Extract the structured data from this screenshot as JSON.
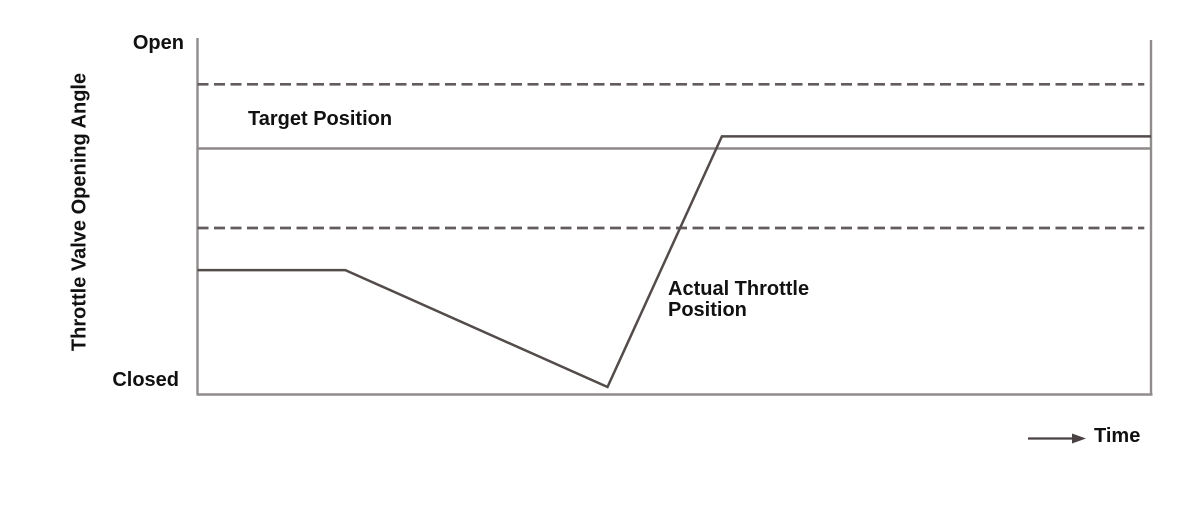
{
  "chart_data": {
    "type": "line",
    "title": "",
    "xlabel": "Time",
    "ylabel": "Throttle Valve Opening Angle",
    "y_tick_labels": [
      "Closed",
      "Open"
    ],
    "x_tick_labels": [],
    "axis_note": "Qualitative axes: y normalized 0 = Closed, 1 = Open; x normalized 0..1 over shown time span",
    "grid": false,
    "legend": "none",
    "series": [
      {
        "name": "Target Position",
        "style": "solid",
        "color": "#8e8989",
        "points": [
          [
            0,
            0.69
          ],
          [
            1,
            0.69
          ]
        ]
      },
      {
        "name": "Actual Throttle Position",
        "style": "solid",
        "color": "#534c4b",
        "points": [
          [
            0,
            0.349
          ],
          [
            0.155,
            0.349
          ],
          [
            0.43,
            0.021
          ],
          [
            0.55,
            0.724
          ],
          [
            1,
            0.724
          ]
        ]
      }
    ],
    "reference_lines": [
      {
        "name": "upper-tolerance",
        "style": "dashed",
        "color": "#635c5c",
        "value": 0.87,
        "x_start": 0,
        "x_end": 0.993
      },
      {
        "name": "lower-tolerance",
        "style": "dashed",
        "color": "#635c5c",
        "value": 0.467,
        "x_start": 0,
        "x_end": 0.993
      }
    ]
  },
  "labels": {
    "open": "Open",
    "closed": "Closed",
    "y_axis_title": "Throttle Valve Opening Angle",
    "target_position": "Target Position",
    "actual_line1": "Actual Throttle",
    "actual_line2": "Position",
    "time": "Time"
  },
  "colors": {
    "axis": "#908c8c",
    "text": "#111111",
    "arrow": "#4a4242",
    "background": "#ffffff"
  }
}
